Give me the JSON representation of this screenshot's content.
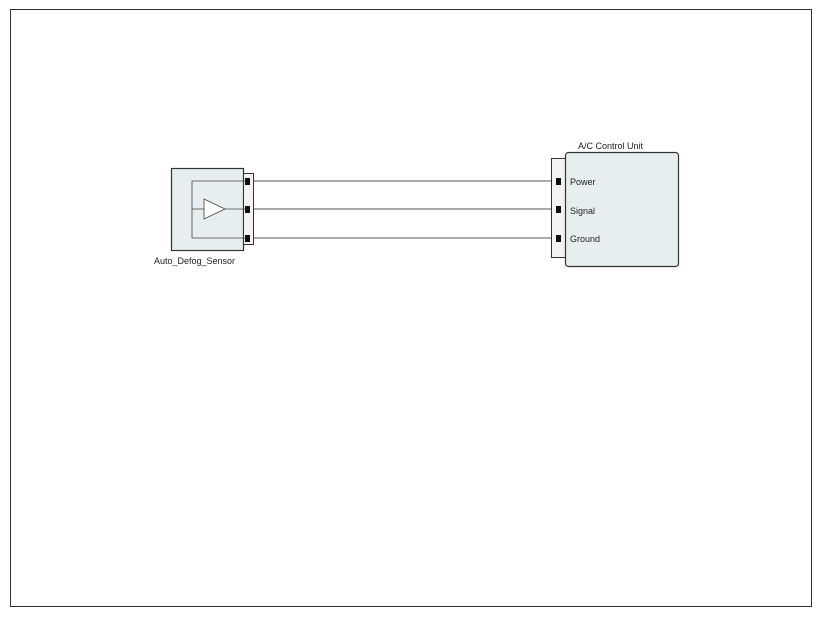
{
  "diagram": {
    "sensor": {
      "label": "Auto_Defog_Sensor"
    },
    "control_unit": {
      "title": "A/C Control Unit",
      "ports": [
        "Power",
        "Signal",
        "Ground"
      ]
    }
  },
  "colors": {
    "block_fill": "#e6eeef",
    "block_stroke": "#333333",
    "connector_fill": "#f3f3f3",
    "wire": "#555555",
    "frame": "#333333"
  }
}
